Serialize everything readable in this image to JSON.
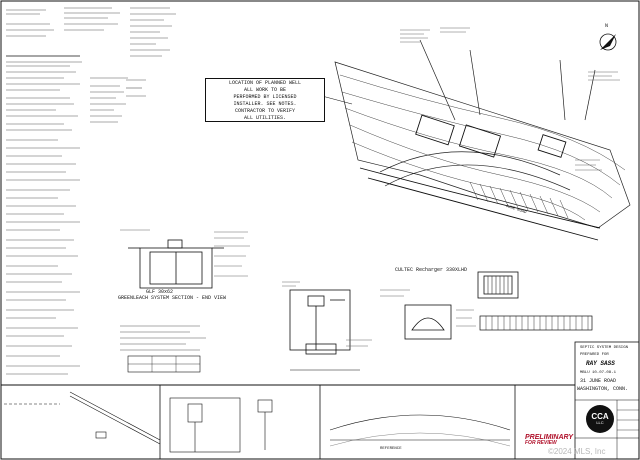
{
  "drawing": {
    "callout_lines": [
      "LOCATION OF PLANNED WELL",
      "ALL WORK TO BE",
      "PERFORMED BY LICENSED",
      "INSTALLER. SEE NOTES.",
      "CONTRACTOR TO VERIFY",
      "ALL UTILITIES."
    ],
    "detail_leach_label": "GREENLEACH SYSTEM SECTION - END VIEW",
    "detail_glf_label": "GLF 30x62",
    "detail_cultec_label": "CULTEC Recharger 330XLHD",
    "road_label": "JUNE ROAD",
    "north_label": "N",
    "reference_label": "REFERENCE"
  },
  "title_block": {
    "heading": "SEPTIC SYSTEM DESIGN",
    "prepared_for": "PREPARED FOR",
    "owner": "RAY SASS",
    "map_lot": "MBLU 10-07-08-1",
    "address": "31 JUNE ROAD",
    "town": "WASHINGTON, CONN."
  },
  "stamp": {
    "preliminary": "PRELIMINARY",
    "subtitle": "FOR REVIEW"
  },
  "logo": {
    "initials": "CCA",
    "suffix": "LLC"
  },
  "watermark": "©2024 MLS, Inc"
}
